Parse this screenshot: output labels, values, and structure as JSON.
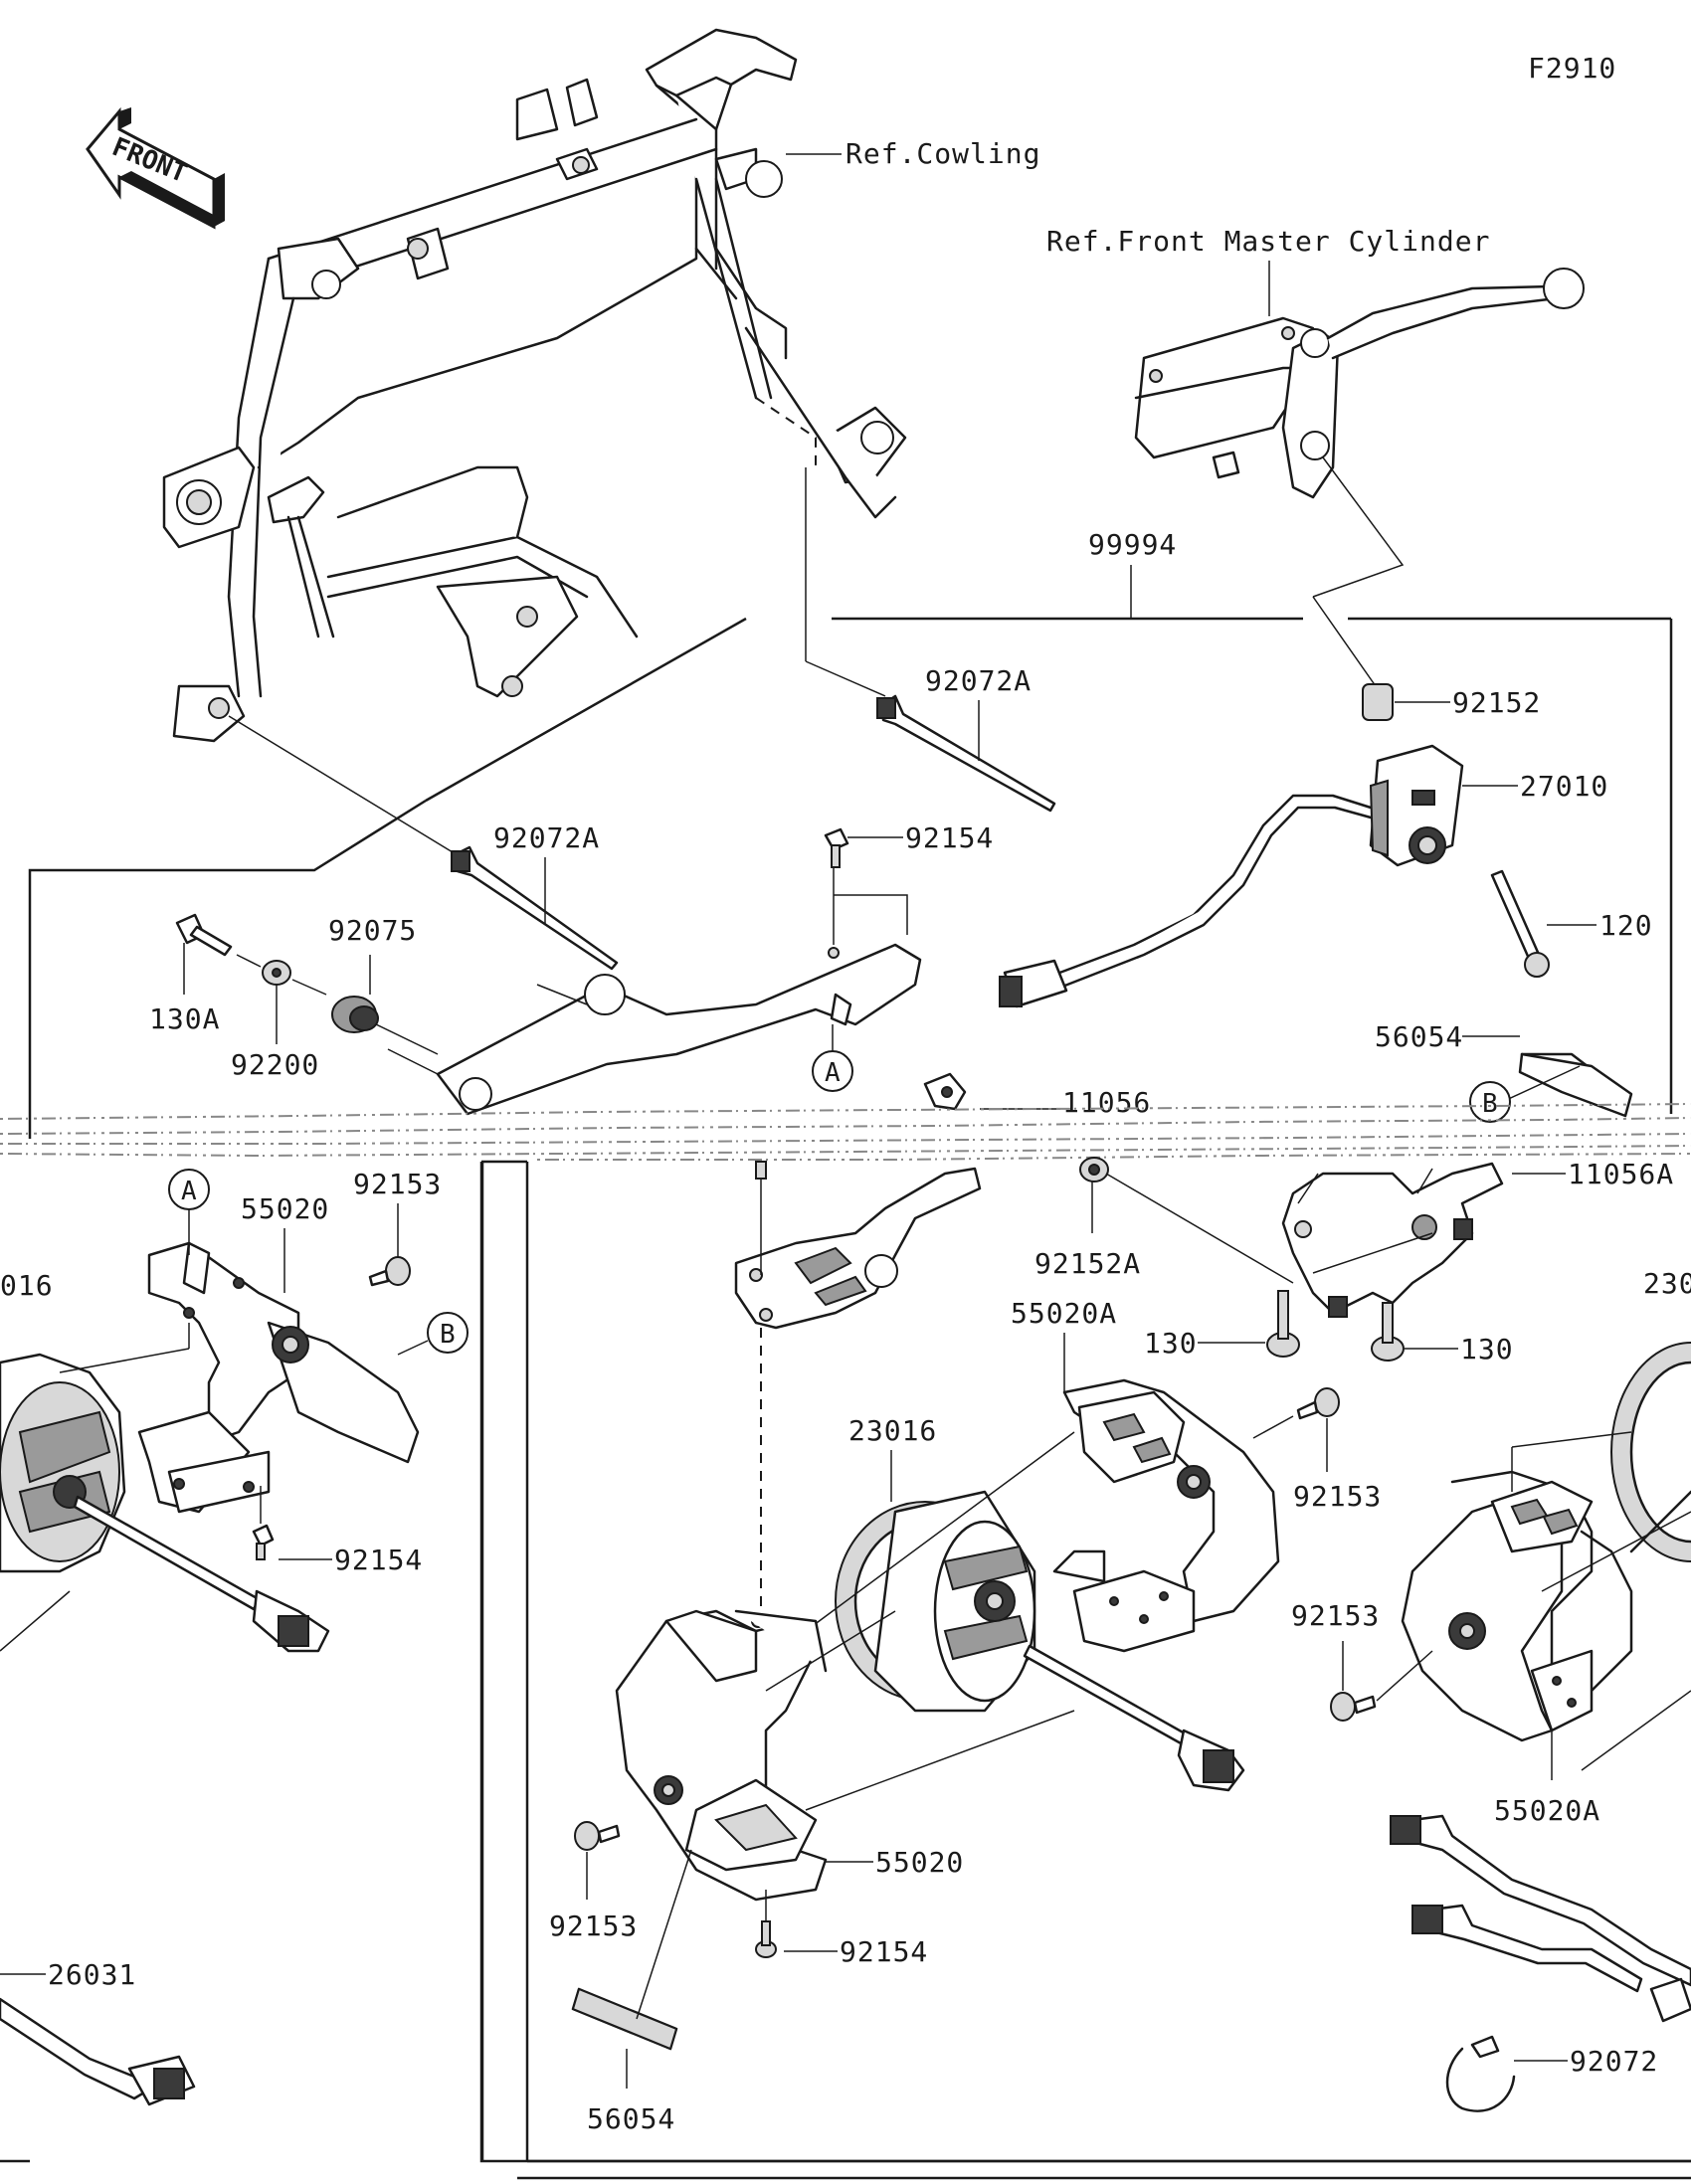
{
  "diagram": {
    "code": "F2910",
    "front_label": "FRONT",
    "ref_cowling": "Ref.Cowling",
    "ref_master_cylinder": "Ref.Front Master Cylinder",
    "callouts": {
      "p99994": "99994",
      "p92072A_a": "92072A",
      "p92072A_b": "92072A",
      "p92152": "92152",
      "p27010": "27010",
      "p92154_a": "92154",
      "p120": "120",
      "p92075": "92075",
      "p130A": "130A",
      "p92200": "92200",
      "p56054_a": "56054",
      "p11056": "11056",
      "p11056A": "11056A",
      "p92152A": "92152A",
      "p130_a": "130",
      "p130_b": "130",
      "p55020_a": "55020",
      "p92153_a": "92153",
      "p016": "016",
      "p92154_b": "92154",
      "p55020A_a": "55020A",
      "p23016": "23016",
      "p92153_b": "92153",
      "p230": "230",
      "p92153_c": "92153",
      "p55020A_b": "55020A",
      "p55020_b": "55020",
      "p92153_d": "92153",
      "p92154_c": "92154",
      "p26031": "26031",
      "p56054_b": "56054",
      "p92072": "92072"
    },
    "markers": {
      "A_top": "A",
      "B_top": "B",
      "A_left": "A",
      "B_left": "B"
    }
  }
}
